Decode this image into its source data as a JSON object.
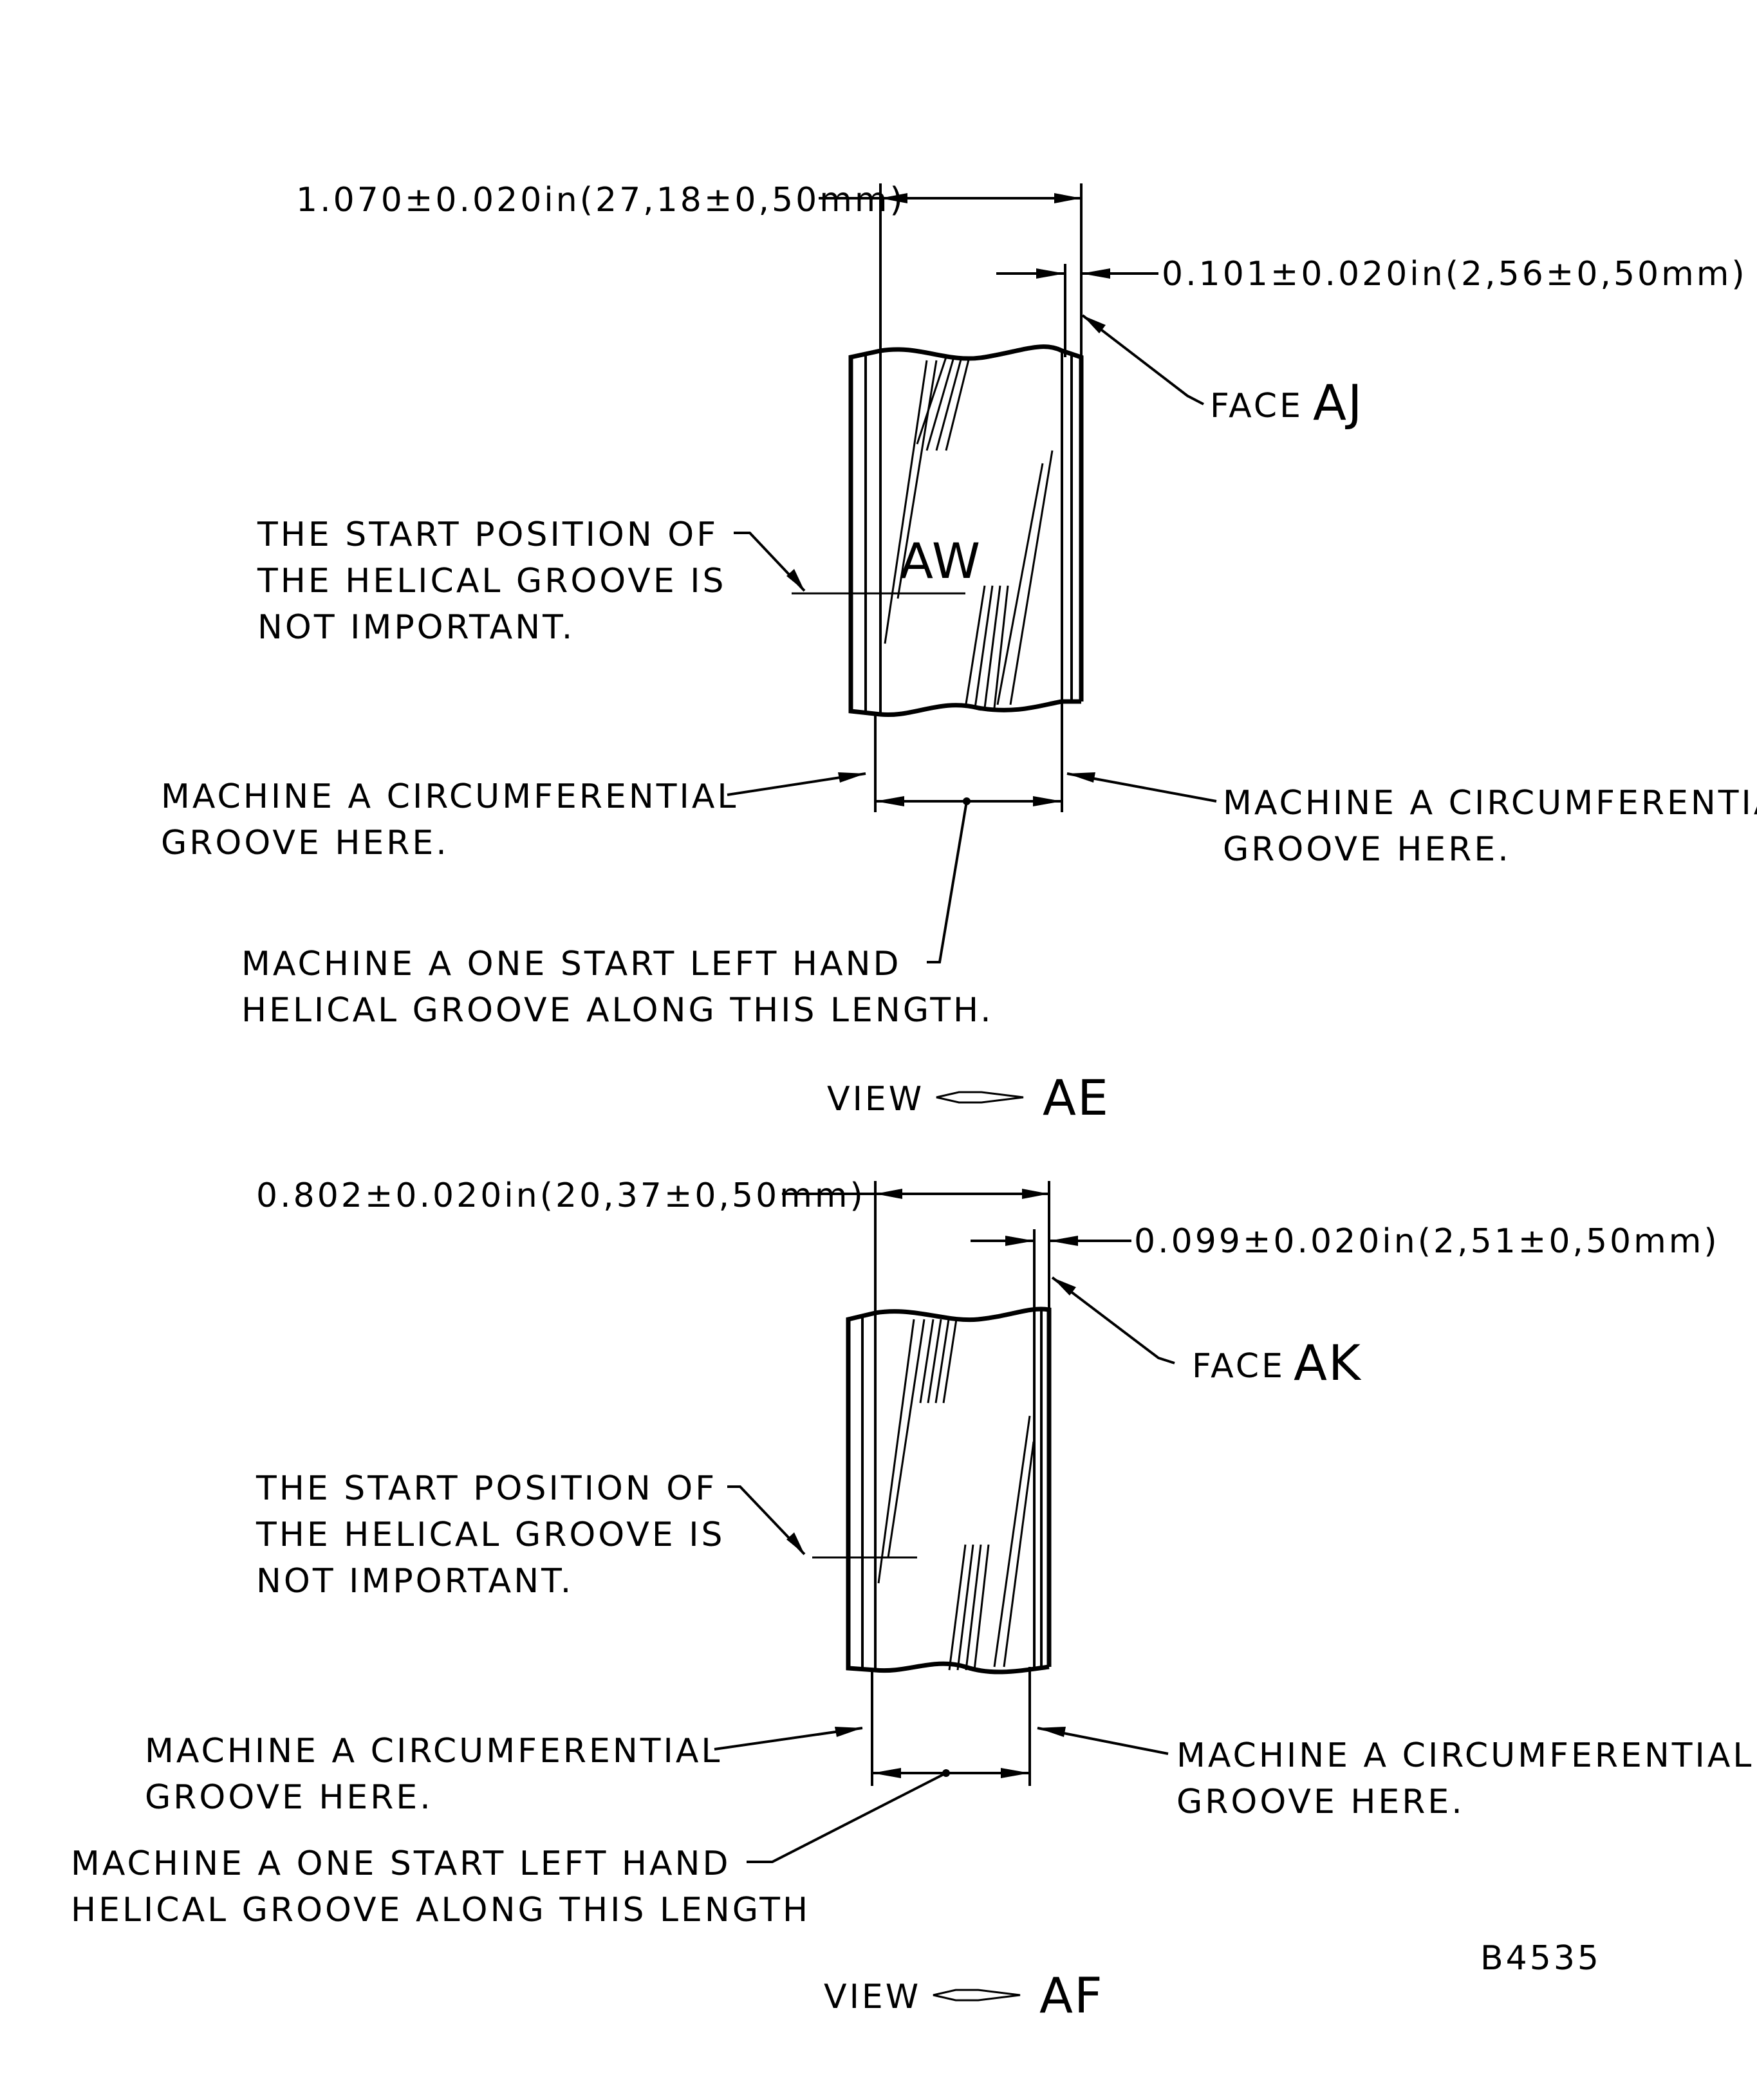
{
  "view_ae": {
    "dim_length": "1.070±0.020in(27,18±0,50mm)",
    "dim_offset": "0.101±0.020in(2,56±0,50mm)",
    "face_prefix": "FACE",
    "face_id": "AJ",
    "start_note": [
      "THE START POSITION OF",
      "THE HELICAL GROOVE IS",
      "NOT IMPORTANT."
    ],
    "groove_marker": "AW",
    "left_groove_note": [
      "MACHINE A CIRCUMFERENTIAL",
      "GROOVE HERE."
    ],
    "right_groove_note": [
      "MACHINE A CIRCUMFERENTIAL",
      "GROOVE HERE."
    ],
    "helical_note": [
      "MACHINE A ONE START LEFT HAND",
      "HELICAL GROOVE ALONG THIS LENGTH."
    ],
    "view_label": "VIEW",
    "view_id": "AE"
  },
  "view_af": {
    "dim_length": "0.802±0.020in(20,37±0,50mm)",
    "dim_offset": "0.099±0.020in(2,51±0,50mm)",
    "face_prefix": "FACE",
    "face_id": "AK",
    "start_note": [
      "THE START POSITION OF",
      "THE HELICAL GROOVE IS",
      "NOT IMPORTANT."
    ],
    "left_groove_note": [
      "MACHINE A CIRCUMFERENTIAL",
      "GROOVE HERE."
    ],
    "right_groove_note": [
      "MACHINE A CIRCUMFERENTIAL",
      "GROOVE HERE."
    ],
    "helical_note": [
      "MACHINE A ONE START LEFT HAND",
      "HELICAL GROOVE ALONG THIS LENGTH"
    ],
    "view_label": "VIEW",
    "view_id": "AF"
  },
  "figure_ref": "B4535"
}
